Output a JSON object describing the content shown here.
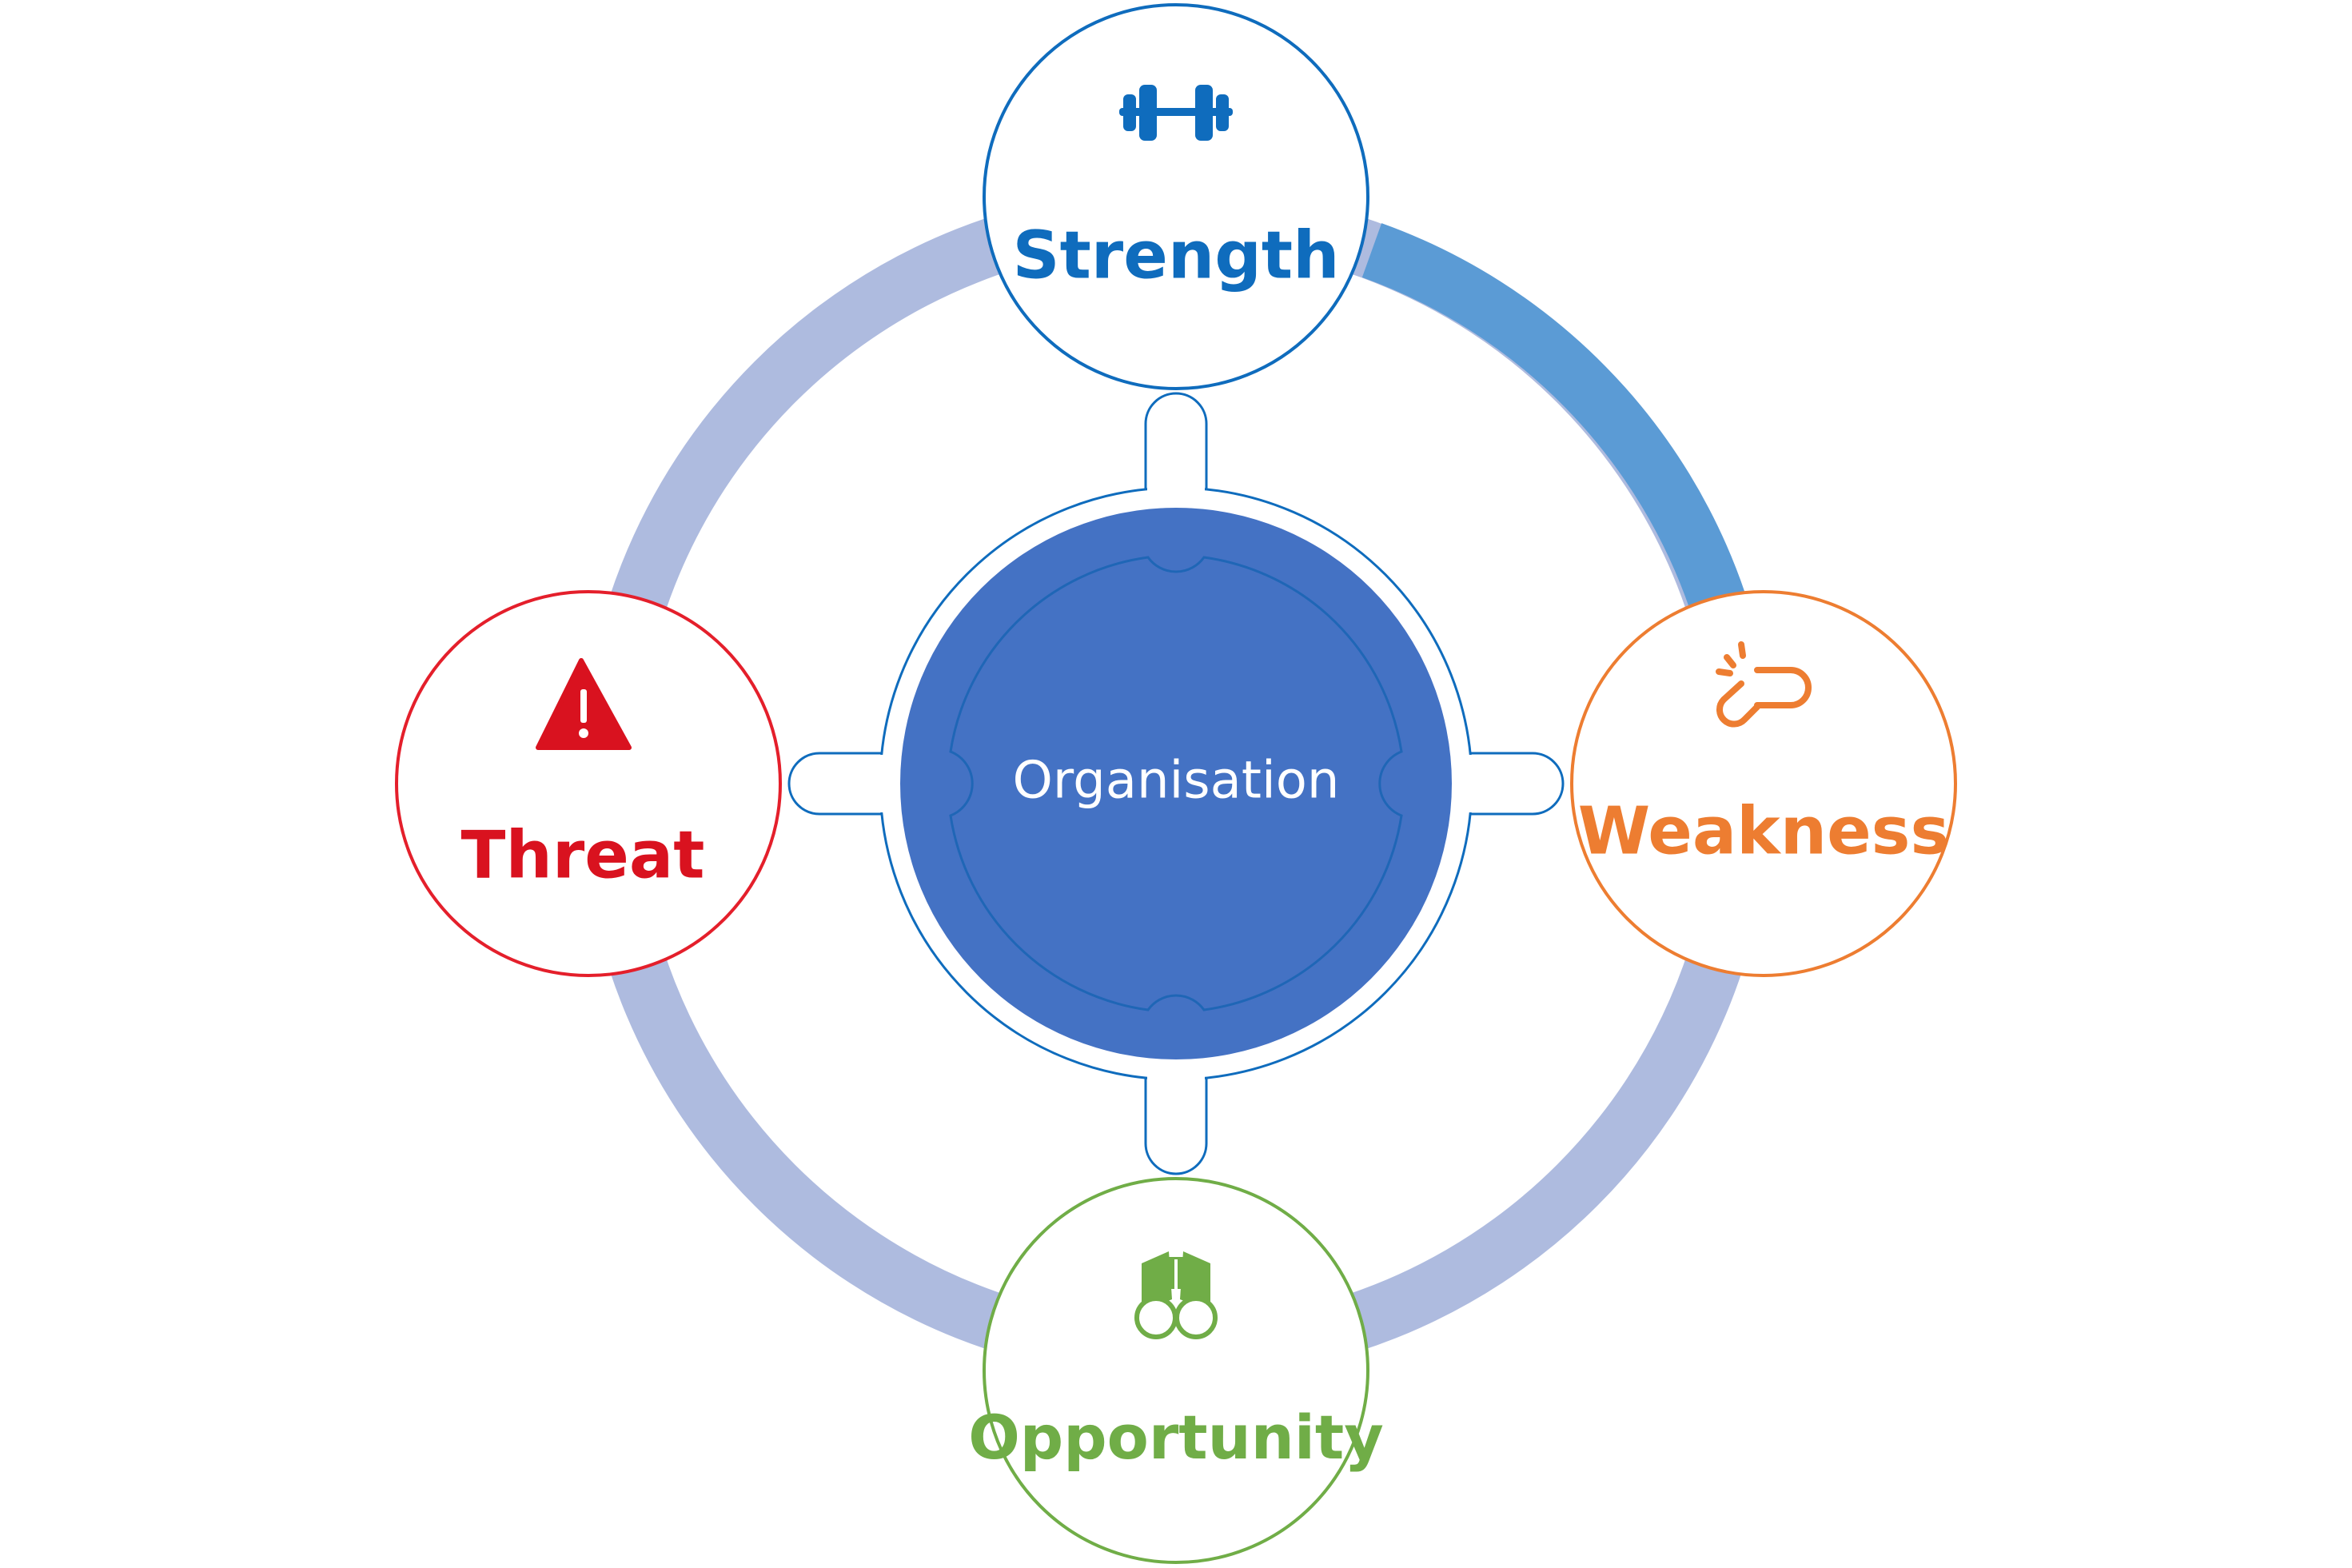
{
  "diagram": {
    "center": {
      "label": "Organisation"
    },
    "nodes": [
      {
        "id": "strength",
        "label": "Strength",
        "icon": "dumbbell-icon",
        "color": "#0f6cbd"
      },
      {
        "id": "weakness",
        "label": "Weakness",
        "icon": "broken-link-icon",
        "color": "#ed7d31"
      },
      {
        "id": "opportunity",
        "label": "Opportunity",
        "icon": "binoculars-icon",
        "color": "#70ad47"
      },
      {
        "id": "threat",
        "label": "Threat",
        "icon": "warning-icon",
        "color": "#d9121f"
      }
    ],
    "colors": {
      "ring_light": "#aebbdf",
      "ring_highlight": "#5b9bd5",
      "center_fill": "#4472c4",
      "outline": "#0f6cbd"
    }
  }
}
